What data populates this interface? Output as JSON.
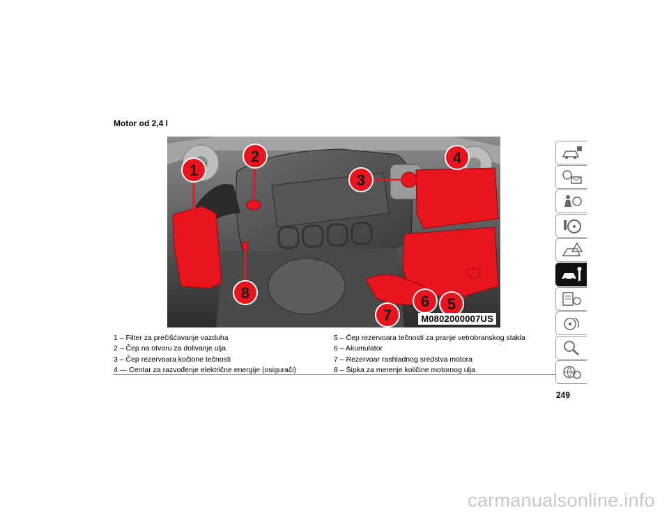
{
  "section_title": "Motor od 2,4 l",
  "figure": {
    "code": "M0802000007US",
    "callouts": [
      "1",
      "2",
      "3",
      "4",
      "5",
      "6",
      "7",
      "8"
    ],
    "highlight_color": "#e8141e"
  },
  "legend": {
    "left": [
      "1 – Filter za prečišćavanje vazduha",
      "2 – Čep na otvoru za dolivanje ulja",
      "3 – Čep rezervoara kočione tečnosti",
      "4 — Centar za razvođenje električne energije (osigurači)"
    ],
    "right": [
      "5 – Čep rezervoara tečnosti za pranje vetrobranskog stakla",
      "6 – Akumulator",
      "7 – Rezervoar rashladnog sredstva motora",
      "8 – Šipka za merenje količine motornog ulja"
    ]
  },
  "page_number": "249",
  "side_tabs": [
    {
      "icon": "car-info-icon",
      "active": false
    },
    {
      "icon": "warning-message-icon",
      "active": false
    },
    {
      "icon": "safety-airbag-icon",
      "active": false
    },
    {
      "icon": "steering-wheel-icon",
      "active": false
    },
    {
      "icon": "roadside-emergency-icon",
      "active": false
    },
    {
      "icon": "car-service-wrench-icon",
      "active": true
    },
    {
      "icon": "maintenance-schedule-icon",
      "active": false
    },
    {
      "icon": "multimedia-icon",
      "active": false
    },
    {
      "icon": "index-search-icon",
      "active": false
    },
    {
      "icon": "language-icon",
      "active": false
    }
  ],
  "watermark": "carmanualsonline.info"
}
